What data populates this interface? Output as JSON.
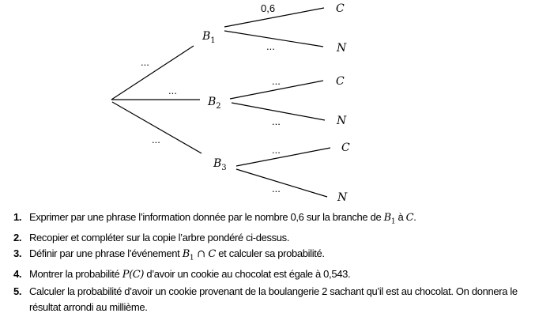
{
  "tree": {
    "root_branches": [
      {
        "node": "B",
        "sub": "1",
        "prob": "..."
      },
      {
        "node": "B",
        "sub": "2",
        "prob": "..."
      },
      {
        "node": "B",
        "sub": "3",
        "prob": "..."
      }
    ],
    "leaves": [
      {
        "c_prob": "0,6",
        "n_prob": "...",
        "c_label": "C",
        "n_label": "N"
      },
      {
        "c_prob": "...",
        "n_prob": "...",
        "c_label": "C",
        "n_label": "N"
      },
      {
        "c_prob": "...",
        "n_prob": "...",
        "c_label": "C",
        "n_label": "N"
      }
    ]
  },
  "questions": [
    {
      "num": "1.",
      "a": "Exprimer par une phrase l’information donnée par le nombre 0,6 sur la branche de ",
      "m1": "B",
      "m1sub": "1",
      "b": " à ",
      "m2": "C",
      "c": "."
    },
    {
      "num": "2.",
      "a": "Recopier et compléter sur la copie l’arbre pondéré ci-dessus."
    },
    {
      "num": "3.",
      "a": "Définir par une phrase l’événement ",
      "m1": "B",
      "m1sub": "1",
      "b": " ∩ ",
      "m2": "C",
      "c": " et calculer sa probabilité."
    },
    {
      "num": "4.",
      "a": "Montrer la probabilité ",
      "m1": "P(C)",
      "c": " d’avoir un cookie au chocolat est égale à 0,543."
    },
    {
      "num": "5.",
      "a": "Calculer la probabilité d’avoir un cookie provenant de la boulangerie 2 sachant qu’il est au chocolat. On donnera le résultat arrondi au millième."
    }
  ]
}
